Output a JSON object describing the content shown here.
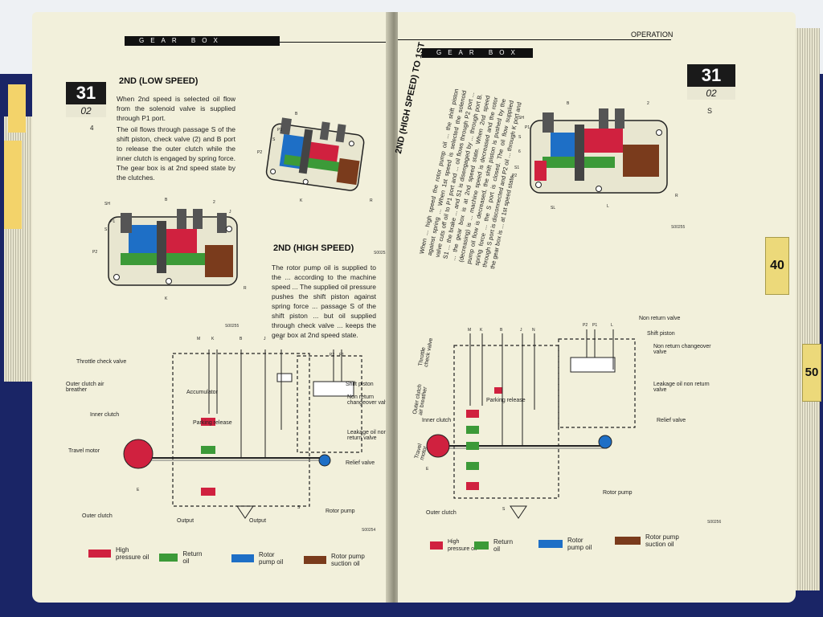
{
  "left_page": {
    "header": "GEAR BOX",
    "section": {
      "number": "31",
      "sub": "02",
      "page": "4"
    },
    "section_title": "2ND (LOW SPEED)",
    "paragraph_1": "When 2nd speed is selected oil flow from the solenoid valve is supplied through P1 port.",
    "paragraph_2": "The oil flows through passage S of the shift piston, check valve (2) and B port to release the outer clutch while the inner clutch is engaged by spring force. The gear box is at 2nd speed state by the clutches.",
    "section_title_2": "2ND (HIGH SPEED)",
    "paragraph_3": "The rotor pump oil is supplied to the ... according to the machine speed ... The supplied oil pressure pushes the shift piston against spring force ... passage S of the shift piston ... but oil supplied through check valve ... keeps the gear box at 2nd speed state.",
    "figure_code_1": "S00253",
    "figure_code_2": "S00255",
    "figure_code_3": "S00254",
    "block_labels": [
      "SH",
      "P1",
      "S",
      "P2",
      "B",
      "2",
      "J",
      "K",
      "R"
    ],
    "block_labels_2": [
      "B",
      "P1",
      "S",
      "P2",
      "K",
      "R"
    ],
    "schematic_labels": {
      "throttle_check_valve": "Throttle check valve",
      "outer_clutch_air_breather": "Outer clutch air breather",
      "inner_clutch": "Inner clutch",
      "travel_motor": "Travel motor",
      "outer_clutch": "Outer clutch",
      "accumulator": "Accumulator",
      "parking_release": "Parking release",
      "shift_piston": "Shift piston",
      "non_return_changeover_valve": "Non return changeover valve",
      "leakage_oil_non_return_valve": "Leakage oil non return valve",
      "relief_valve": "Relief valve",
      "rotor_pump": "Rotor pump",
      "output": "Output",
      "ports_top": [
        "M",
        "K",
        "B",
        "J",
        "N",
        "P2",
        "P1"
      ],
      "port_e": "E",
      "port_s": "S"
    },
    "legend": [
      {
        "label": "High pressure oil",
        "color": "#d0213f"
      },
      {
        "label": "Return oil",
        "color": "#3c9a38"
      },
      {
        "label": "Rotor pump oil",
        "color": "#1e6fc6"
      },
      {
        "label": "Rotor pump suction oil",
        "color": "#7a3b1c"
      }
    ]
  },
  "right_page": {
    "header": "GEAR BOX",
    "operation_label": "OPERATION",
    "section": {
      "number": "31",
      "sub": "02",
      "letter": "S"
    },
    "rotated_title": "2ND (HIGH SPEED) TO 1ST",
    "rotated_text": "When ... high speed the rotor pump oil ... the shift piston against spring ... When 1st speed is selected the solenoid valve cuts off oil to P1 port and ... oil flows through P2 port ... S1 ... the brake ... and S1 is disengaged by ... through port B. ... the gear box is at 2nd speed state. When 2nd speed (decreasing) is ... machine speed is decreased and the rotor pump oil flow is decreased, the shift piston is pushed by the spring force ... the S port is closed. The oil flow supplied through S port is disconnected and P2 oil ... through K port and the gear box is ... at 1st speed state.",
    "figure_code_1": "S00255",
    "figure_code_2": "S00256",
    "block_labels": [
      "SH",
      "P1",
      "S",
      "P2",
      "S1",
      "B",
      "2",
      "6",
      "L",
      "SL",
      "R"
    ],
    "schematic_labels": {
      "non_return_valve": "Non return valve",
      "shift_piston": "Shift piston",
      "non_return_changeover_valve": "Non return changeover valve",
      "leakage_oil_non_return_valve": "Leakage oil non return valve",
      "relief_valve": "Relief valve",
      "throttle_check_valve": "Throttle check valve",
      "outer_clutch_air_breather": "Outer clutch air breather",
      "inner_clutch": "Inner clutch",
      "travel_motor": "Travel motor",
      "parking_release": "Parking release",
      "outer_clutch": "Outer clutch",
      "rotor_pump": "Rotor pump",
      "ports_top": [
        "M",
        "K",
        "B",
        "J",
        "N",
        "P2",
        "P1",
        "L"
      ],
      "port_e": "E",
      "port_s": "S"
    },
    "legend": [
      {
        "label": "High pressure oil",
        "color": "#d0213f"
      },
      {
        "label": "Return oil",
        "color": "#3c9a38"
      },
      {
        "label": "Rotor pump oil",
        "color": "#1e6fc6"
      },
      {
        "label": "Rotor pump suction oil",
        "color": "#7a3b1c"
      }
    ]
  },
  "edge_tabs": [
    "40",
    "50"
  ]
}
